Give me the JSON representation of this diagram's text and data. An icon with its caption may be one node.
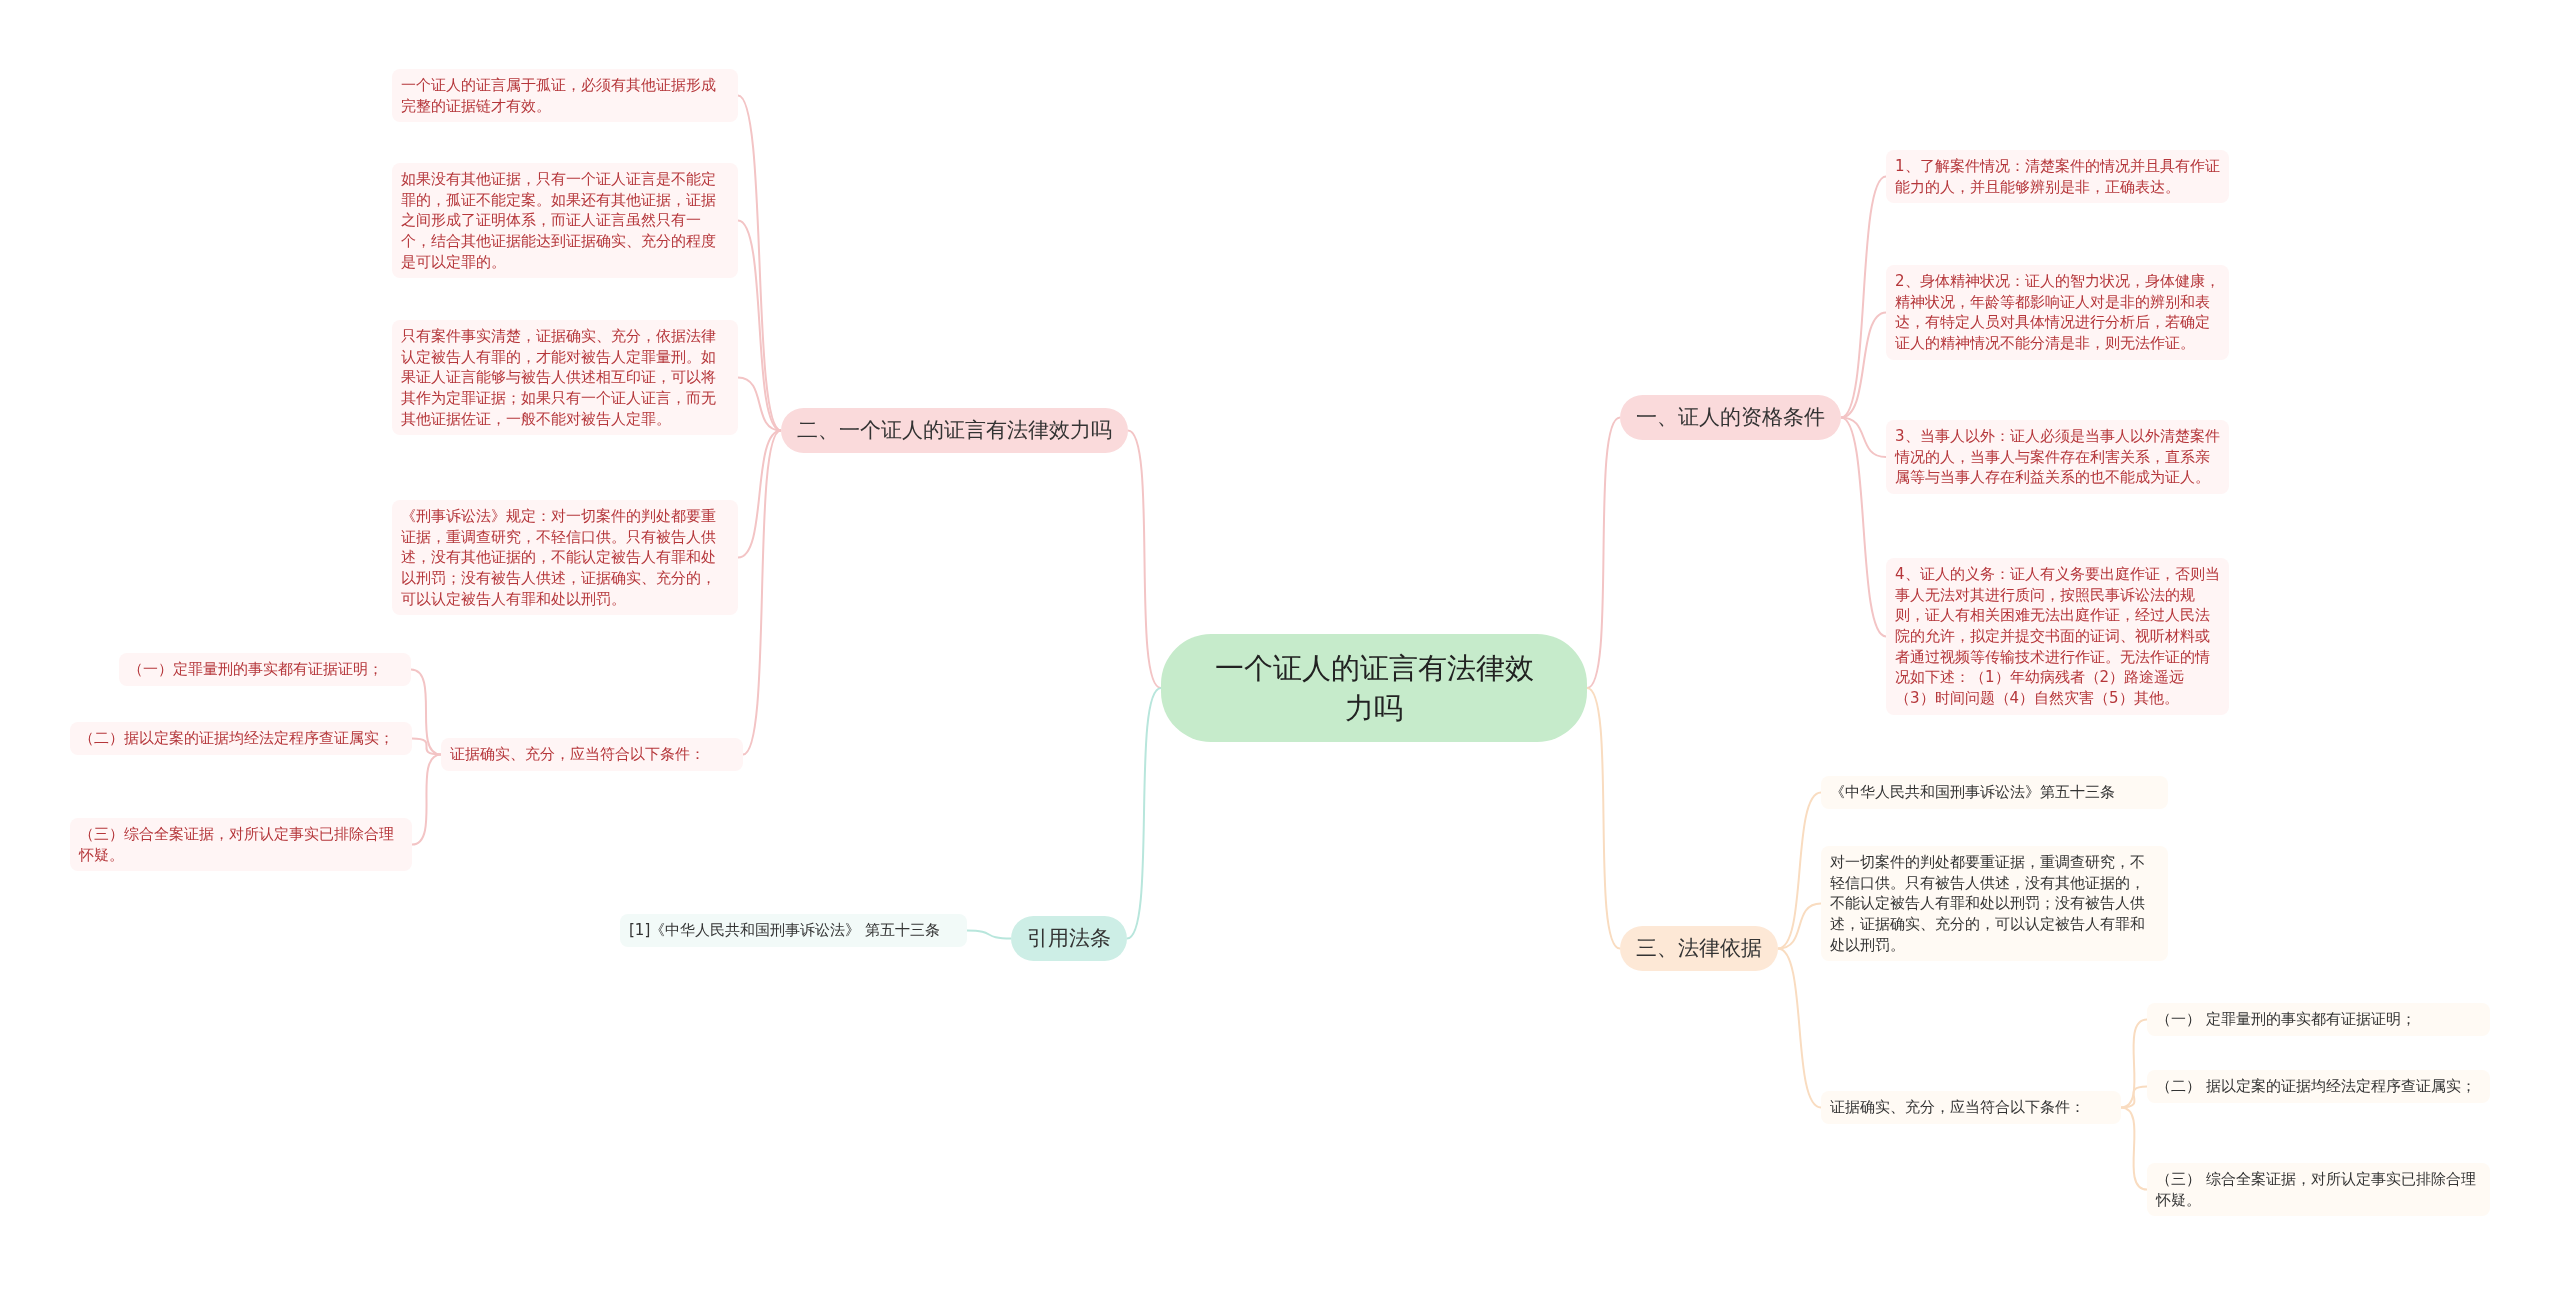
{
  "diagram": {
    "nodes": [
      {
        "text": [
          "一个证人的证言有法律效力吗"
        ]
      },
      {
        "text": [
          "二、一个证人的证言有法律效力吗"
        ]
      },
      {
        "text": [
          "一个证人的证言属于孤证，必须有其他证据形成完整的证据链才有效。"
        ]
      },
      {
        "text": [
          "如果没有其他证据，只有一个证人证言是不能定罪的，孤证不能定案。如果还有其他证据，证据之间形成了证明体系，而证人证言虽然只有一个，结合其他证据能达到证据确实、充分的程度是可以定罪的。"
        ]
      },
      {
        "text": [
          "只有案件事实清楚，证据确实、充分，依据法律认定被告人有罪的，才能对被告人定罪量刑。如果证人证言能够与被告人供述相互印证，可以将其作为定罪证据；如果只有一个证人证言，而无其他证据佐证，一般不能对被告人定罪。"
        ]
      },
      {
        "text": [
          "《刑事诉讼法》规定：对一切案件的判处都要重证据，重调查研究，不轻信口供。只有被告人供述，没有其他证据的，不能认定被告人有罪和处以刑罚；没有被告人供述，证据确实、充分的，可以认定被告人有罪和处以刑罚。"
        ]
      },
      {
        "text": [
          "证据确实、充分，应当符合以下条件："
        ]
      },
      {
        "text": [
          "（一）定罪量刑的事实都有证据证明；"
        ]
      },
      {
        "text": [
          "（二）据以定案的证据均经法定程序查证属实；"
        ]
      },
      {
        "text": [
          "（三）综合全案证据，对所认定事实已排除合理怀疑。"
        ]
      },
      {
        "text": [
          "引用法条"
        ]
      },
      {
        "text": [
          "[1]《中华人民共和国刑事诉讼法》 第五十三条"
        ]
      },
      {
        "text": [
          "一、证人的资格条件"
        ]
      },
      {
        "text": [
          "1、了解案件情况：清楚案件的情况并且具有作证能力的人，并且能够辨别是非，正确表达。"
        ]
      },
      {
        "text": [
          "2、身体精神状况：证人的智力状况，身体健康，精神状况，年龄等都影响证人对是非的辨别和表达，有特定人员对具体情况进行分析后，若确定证人的精神情况不能分清是非，则无法作证。"
        ]
      },
      {
        "text": [
          "3、当事人以外：证人必须是当事人以外清楚案件情况的人，当事人与案件存在利害关系，直系亲属等与当事人存在利益关系的也不能成为证人。"
        ]
      },
      {
        "text": [
          "4、证人的义务：证人有义务要出庭作证，否则当事人无法对其进行质问，按照民事诉讼法的规则，证人有相关困难无法出庭作证，经过人民法院的允许，拟定并提交书面的证词、视听材料或者通过视频等传输技术进行作证。无法作证的情况如下述：（1）年幼病残者（2）路途遥远（3）时间问题（4）自然灾害（5）其他。"
        ]
      },
      {
        "text": [
          "三、法律依据"
        ]
      },
      {
        "text": [
          "《中华人民共和国刑事诉讼法》第五十三条"
        ]
      },
      {
        "text": [
          "对一切案件的判处都要重证据，重调查研究，不轻信口供。只有被告人供述，没有其他证据的，不能认定被告人有罪和处以刑罚；没有被告人供述，证据确实、充分的，可以认定被告人有罪和处以刑罚。"
        ]
      },
      {
        "text": [
          "证据确实、充分，应当符合以下条件："
        ]
      },
      {
        "text": [
          "（一） 定罪量刑的事实都有证据证明；"
        ]
      },
      {
        "text": [
          "（二） 据以定案的证据均经法定程序查证属实；"
        ]
      },
      {
        "text": [
          "（三） 综合全案证据，对所认定事实已排除合理怀疑。"
        ]
      }
    ],
    "edges": [
      {
        "from": 0,
        "to": 1,
        "arrow": "none"
      },
      {
        "from": 1,
        "to": 2,
        "arrow": "none"
      },
      {
        "from": 1,
        "to": 3,
        "arrow": "none"
      },
      {
        "from": 1,
        "to": 4,
        "arrow": "none"
      },
      {
        "from": 1,
        "to": 5,
        "arrow": "none"
      },
      {
        "from": 1,
        "to": 6,
        "arrow": "none"
      },
      {
        "from": 6,
        "to": 7,
        "arrow": "none"
      },
      {
        "from": 6,
        "to": 8,
        "arrow": "none"
      },
      {
        "from": 6,
        "to": 9,
        "arrow": "none"
      },
      {
        "from": 0,
        "to": 10,
        "arrow": "none",
        "color": "#b8e6dc"
      },
      {
        "from": 10,
        "to": 11,
        "arrow": "none",
        "color": "#b8e6dc"
      },
      {
        "from": 0,
        "to": 12,
        "arrow": "none"
      },
      {
        "from": 12,
        "to": 13,
        "arrow": "none"
      },
      {
        "from": 12,
        "to": 14,
        "arrow": "none"
      },
      {
        "from": 12,
        "to": 15,
        "arrow": "none"
      },
      {
        "from": 12,
        "to": 16,
        "arrow": "none"
      },
      {
        "from": 0,
        "to": 17,
        "arrow": "none",
        "color": "#f9dcc0"
      },
      {
        "from": 17,
        "to": 18,
        "arrow": "none",
        "color": "#f9dcc0"
      },
      {
        "from": 17,
        "to": 19,
        "arrow": "none",
        "color": "#f9dcc0"
      },
      {
        "from": 17,
        "to": 20,
        "arrow": "none",
        "color": "#f9dcc0"
      },
      {
        "from": 20,
        "to": 21,
        "arrow": "none",
        "color": "#f9dcc0"
      },
      {
        "from": 20,
        "to": 22,
        "arrow": "none",
        "color": "#f9dcc0"
      },
      {
        "from": 20,
        "to": 23,
        "arrow": "none",
        "color": "#f9dcc0"
      }
    ]
  }
}
